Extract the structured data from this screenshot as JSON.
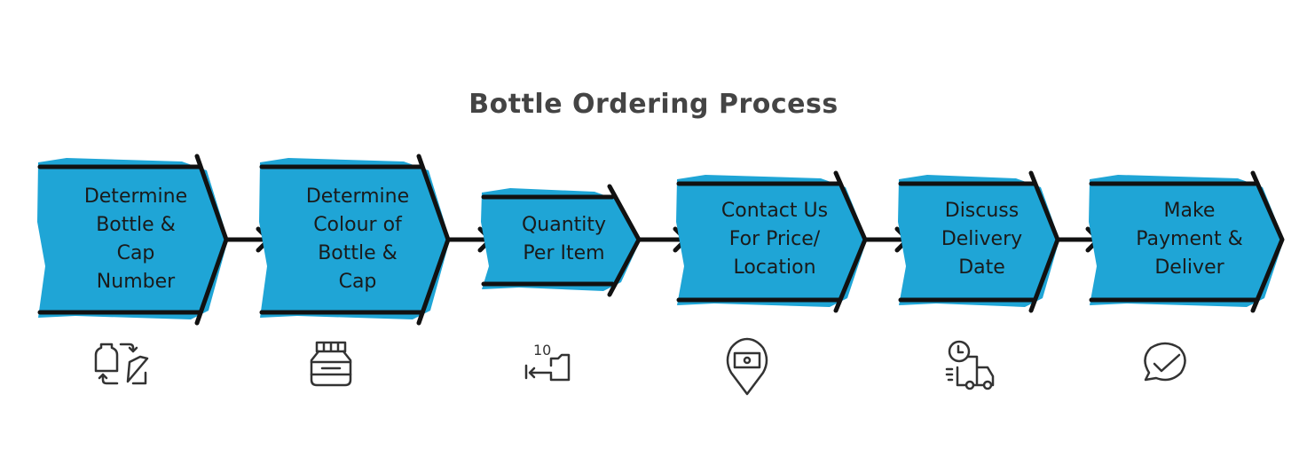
{
  "title": "Bottle Ordering Process",
  "colors": {
    "fill": "#1fa5d6",
    "stroke": "#111111",
    "icon": "#333333"
  },
  "steps": [
    {
      "lines": [
        "Determine",
        "Bottle &",
        "Cap",
        "Number"
      ],
      "icon": "bottle-cap-swap-icon"
    },
    {
      "lines": [
        "Determine",
        "Colour of",
        "Bottle &",
        "Cap"
      ],
      "icon": "jar-icon"
    },
    {
      "lines": [
        "Quantity",
        "Per Item"
      ],
      "icon": "quantity-icon",
      "icon_text": "10"
    },
    {
      "lines": [
        "Contact Us",
        "For Price/",
        "Location"
      ],
      "icon": "location-money-icon"
    },
    {
      "lines": [
        "Discuss",
        "Delivery",
        "Date"
      ],
      "icon": "delivery-truck-clock-icon"
    },
    {
      "lines": [
        "Make",
        "Payment &",
        "Deliver"
      ],
      "icon": "check-chat-icon"
    }
  ]
}
